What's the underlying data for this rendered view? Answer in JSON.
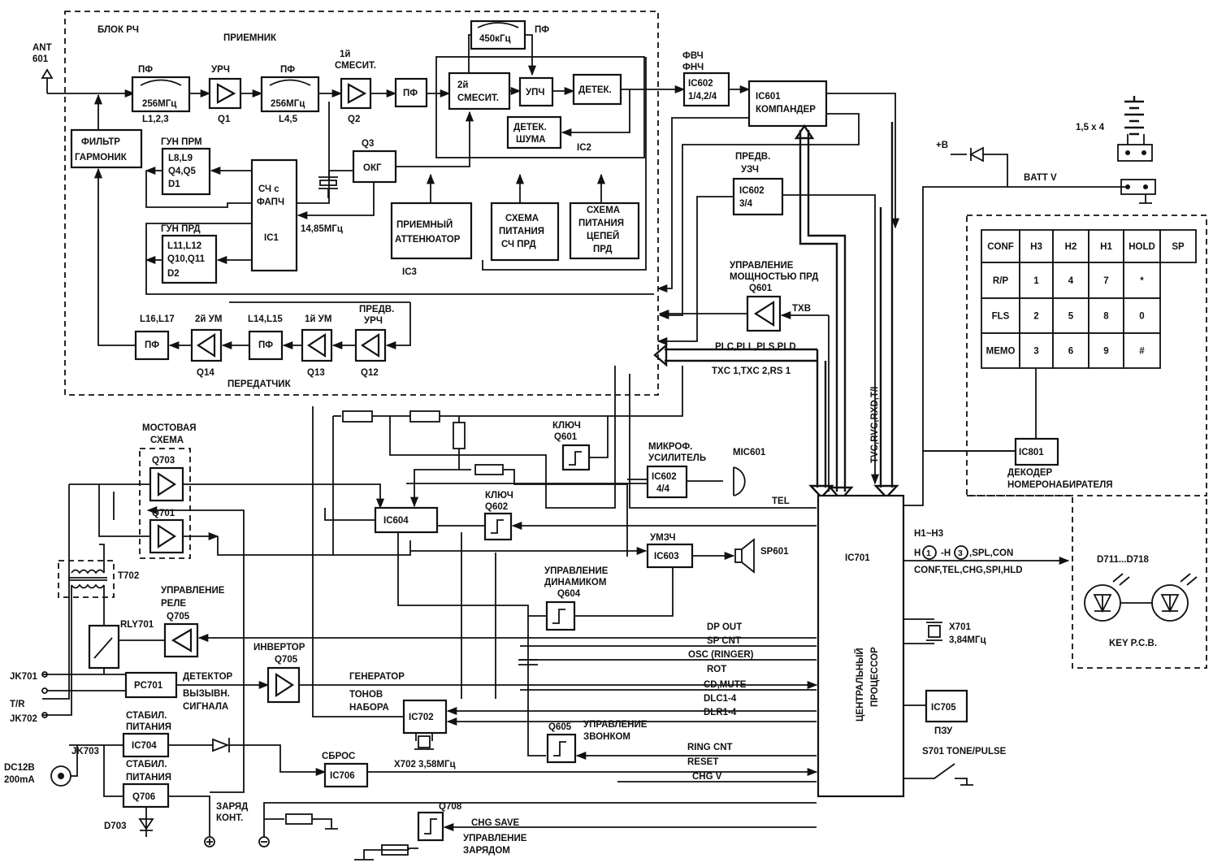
{
  "sections": {
    "rf_block": "БЛОК РЧ",
    "receiver": "ПРИЕМНИК",
    "transmitter": "ПЕРЕДАТЧИК"
  },
  "rx": {
    "ant": "ANT",
    "ant_ref": "601",
    "pf1_title": "ПФ",
    "pf1_freq": "256МГц",
    "pf1_ref": "L1,2,3",
    "urch_title": "УРЧ",
    "urch_ref": "Q1",
    "pf2_title": "ПФ",
    "pf2_freq": "256МГц",
    "pf2_ref": "L4,5",
    "mix1_title1": "1й",
    "mix1_title2": "СМЕСИТ.",
    "mix1_ref": "Q2",
    "pf3": "ПФ",
    "pf450": "450кГц",
    "pf450_label": "ПФ",
    "mix2_1": "2й",
    "mix2_2": "СМЕСИТ.",
    "upch": "УПЧ",
    "detek": "ДЕТЕК.",
    "noise1": "ДЕТЕК.",
    "noise2": "ШУМА",
    "ic2": "IC2",
    "harm1": "ФИЛЬТР",
    "harm2": "ГАРМОНИК",
    "gun_prm": "ГУН ПРМ",
    "gun_prm_1": "L8,L9",
    "gun_prm_2": "Q4,Q5",
    "gun_prm_3": "D1",
    "pll1": "СЧ с",
    "pll2": "ФАПЧ",
    "pll3": "IC1",
    "q3": "Q3",
    "okg": "ОКГ",
    "xtal": "14,85МГц",
    "gun_prd": "ГУН ПРД",
    "gun_prd_1": "L11,L12",
    "gun_prd_2": "Q10,Q11",
    "gun_prd_3": "D2",
    "att1": "ПРИЕМНЫЙ",
    "att2": "АТТЕНЮАТОР",
    "ic3": "IC3",
    "pw1_1": "СХЕМА",
    "pw1_2": "ПИТАНИЯ",
    "pw1_3": "СЧ ПРД",
    "pw2_1": "СХЕМА",
    "pw2_2": "ПИТАНИЯ",
    "pw2_3": "ЦЕПЕЙ",
    "pw2_4": "ПРД"
  },
  "tx": {
    "pf_ref": "L16,L17",
    "pf": "ПФ",
    "um2": "2й УМ",
    "q14": "Q14",
    "pf2_ref": "L14,L15",
    "pf2": "ПФ",
    "um1": "1й УМ",
    "q13": "Q13",
    "pred1": "ПРЕДВ.",
    "pred2": "УРЧ",
    "q12": "Q12"
  },
  "audio": {
    "fvch1": "ФВЧ",
    "fvch2": "ФНЧ",
    "ic602a_1": "IC602",
    "ic602a_2": "1/4,2/4",
    "ic601_1": "IC601",
    "ic601_2": "КОМПАНДЕР",
    "pred_uzch1": "ПРЕДВ.",
    "pred_uzch2": "УЗЧ",
    "ic602b_1": "IC602",
    "ic602b_2": "3/4",
    "pwr_ctrl1": "УПРАВЛЕНИЕ",
    "pwr_ctrl2": "МОЩНОСТЬЮ ПРД",
    "q601": "Q601",
    "txb": "TXB",
    "plc": "PLC,PLL,PLS,PLD",
    "txc": "TXC 1,TXC 2,RS 1",
    "tvc": "TVC,RVC,RXD,T/I"
  },
  "power": {
    "cells": "1,5 х 4",
    "plus_b": "+B",
    "batt": "BATT V"
  },
  "keypad": {
    "row0": [
      "CONF",
      "H3",
      "H2",
      "H1",
      "HOLD",
      "SP"
    ],
    "row1": [
      "R/P",
      "1",
      "4",
      "7",
      "*"
    ],
    "row2": [
      "FLS",
      "2",
      "5",
      "8",
      "0"
    ],
    "row3": [
      "MEMO",
      "3",
      "6",
      "9",
      "#"
    ],
    "ic801": "IC801",
    "dec1": "ДЕКОДЕР",
    "dec2": "НОМЕРОНАБИРАТЕЛЯ"
  },
  "base": {
    "bridge1": "МОСТОВАЯ",
    "bridge2": "СХЕМА",
    "q703": "Q703",
    "q701": "Q701",
    "t702": "T702",
    "relay1": "УПРАВЛЕНИЕ",
    "relay2": "РЕЛЕ",
    "q705a": "Q705",
    "rly701": "RLY701",
    "jk701": "JK701",
    "tr": "T/R",
    "jk702": "JK702",
    "pc701": "PC701",
    "det1": "ДЕТЕКТОР",
    "det2": "ВЫЗЫВН.",
    "det3": "СИГНАЛА",
    "inv": "ИНВЕРТОР",
    "q705b": "Q705",
    "gen1": "ГЕНЕРАТОР",
    "gen2": "ТОНОВ",
    "gen3": "НАБОРА",
    "ic702": "IC702",
    "x702": "X702 3,58МГц",
    "stab1a": "СТАБИЛ.",
    "stab1b": "ПИТАНИЯ",
    "ic704": "IC704",
    "stab2a": "СТАБИЛ.",
    "stab2b": "ПИТАНИЯ",
    "q706": "Q706",
    "d703": "D703",
    "jk703": "JK703",
    "dc1": "DC12В",
    "dc2": "200mA",
    "charge1": "ЗАРЯД",
    "charge2": "КОНТ.",
    "reset1": "СБРОС",
    "ic706": "IC706",
    "q708": "Q708",
    "chg_save": "CHG SAVE",
    "chg1": "УПРАВЛЕНИЕ",
    "chg2": "ЗАРЯДОМ",
    "key1": "КЛЮЧ",
    "q601k": "Q601",
    "key2": "КЛЮЧ",
    "q602": "Q602",
    "ic604": "IC604",
    "mic1": "МИКРОФ.",
    "mic2": "УСИЛИТЕЛЬ",
    "mic601": "MIC601",
    "ic602c_1": "IC602",
    "ic602c_2": "4/4",
    "tel": "TEL",
    "umzch": "УМЗЧ",
    "ic603": "IC603",
    "sp601": "SP601",
    "spk1": "УПРАВЛЕНИЕ",
    "spk2": "ДИНАМИКОМ",
    "q604": "Q604",
    "q605": "Q605",
    "ring1": "УПРАВЛЕНИЕ",
    "ring2": "ЗВОНКОМ"
  },
  "cpu": {
    "signals": [
      "DP OUT",
      "SP CNT",
      "OSC (RINGER)",
      "ROT",
      "CD,MUTE",
      "DLC1-4",
      "DLR1-4",
      "RING CNT",
      "RESET",
      "CHG V"
    ],
    "ic701": "IC701",
    "name1": "ЦЕНТРАЛЬНЫЙ",
    "name2": "ПРОЦЕССОР",
    "h1h3": "H1~H3",
    "h_line_a": "H",
    "h_circ1": "1",
    "h_line_b": "-H",
    "h_circ3": "3",
    "h_line_c": ",SPL,CON",
    "conf_line": "CONF,TEL,CHG,SPI,HLD",
    "x701": "X701",
    "x701_f": "3,84МГц",
    "ic705": "IC705",
    "pzu": "ПЗУ",
    "s701": "S701 TONE/PULSE"
  },
  "leds": {
    "label": "D711...D718",
    "pcb": "KEY P.C.B."
  }
}
